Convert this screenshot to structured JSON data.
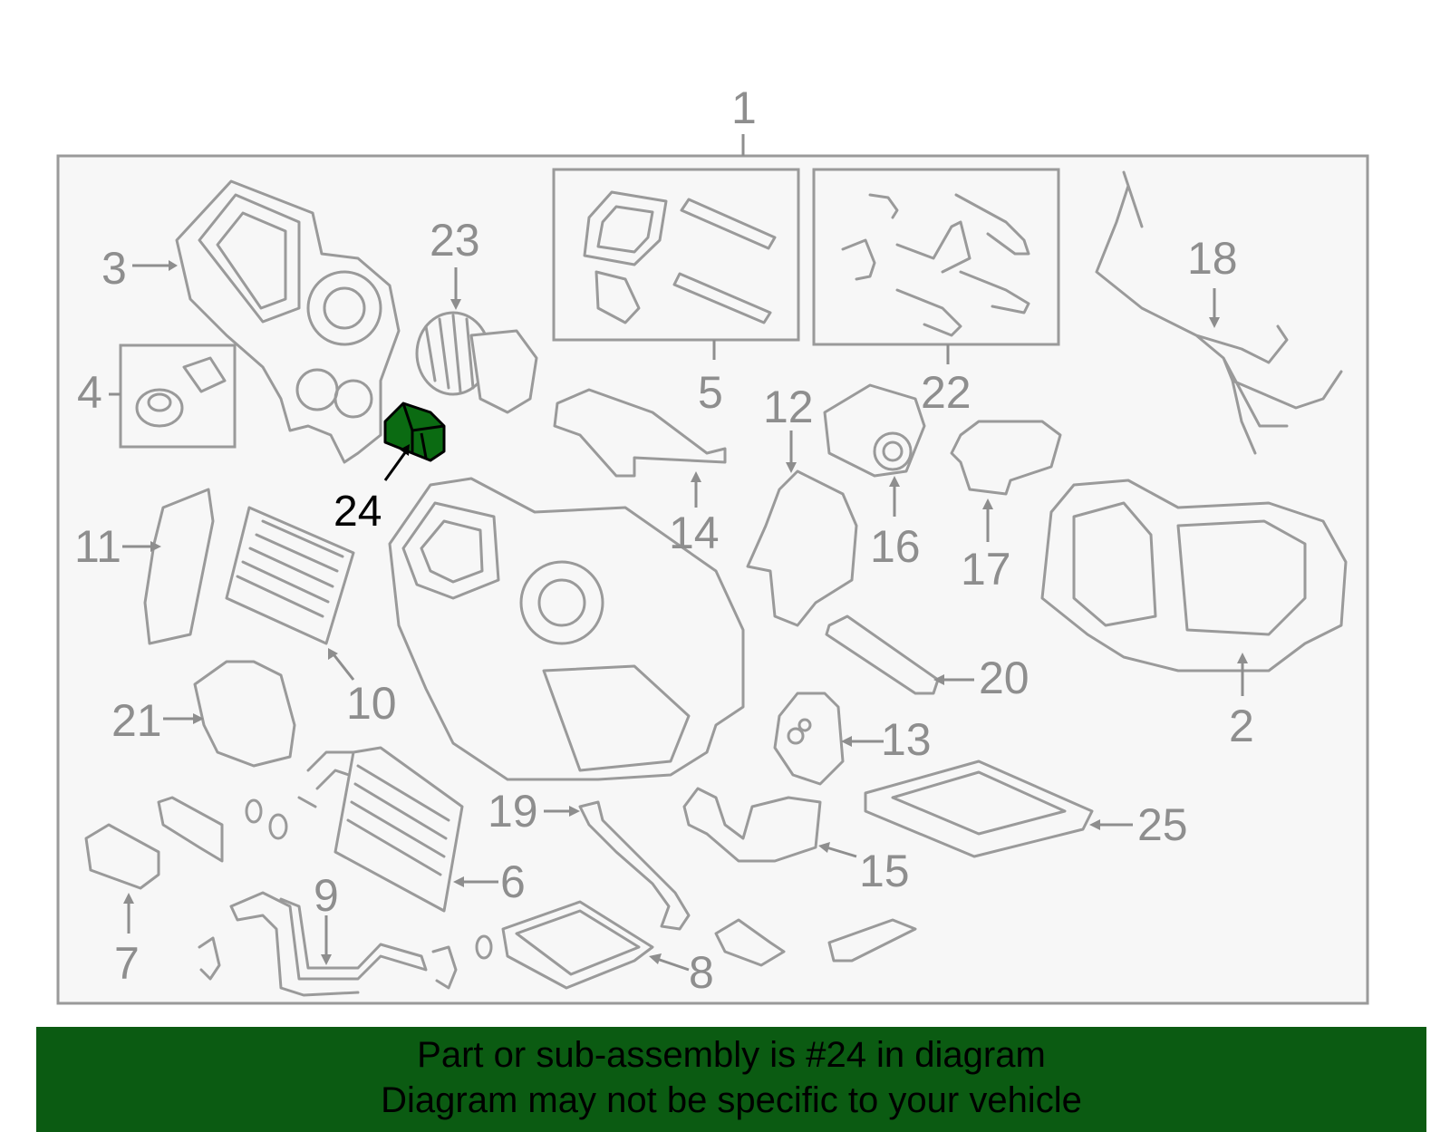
{
  "diagram": {
    "callouts": {
      "c1": "1",
      "c2": "2",
      "c3": "3",
      "c4": "4",
      "c5": "5",
      "c6": "6",
      "c7": "7",
      "c8": "8",
      "c9": "9",
      "c10": "10",
      "c11": "11",
      "c12": "12",
      "c13": "13",
      "c14": "14",
      "c15": "15",
      "c16": "16",
      "c17": "17",
      "c18": "18",
      "c19": "19",
      "c20": "20",
      "c21": "21",
      "c22": "22",
      "c23": "23",
      "c24": "24",
      "c25": "25"
    },
    "highlight_color": "#0b6b12"
  },
  "banner": {
    "line1": "Part or sub-assembly is #24 in diagram",
    "line2": "Diagram may not be specific to your vehicle",
    "background": "#0b5b12"
  }
}
